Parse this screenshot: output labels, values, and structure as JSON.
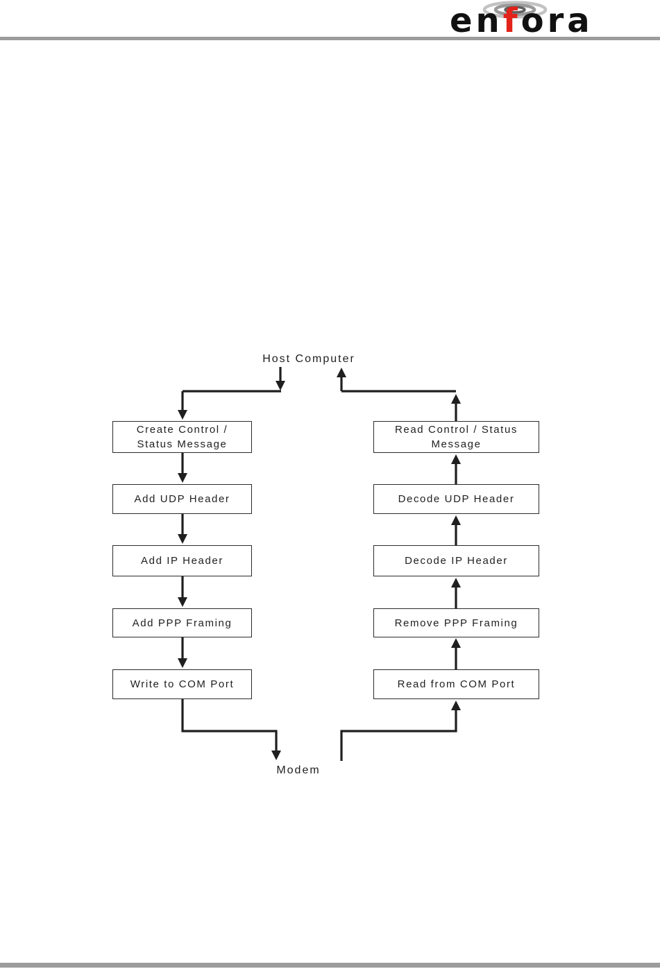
{
  "colors": {
    "brand_red": "#e2231a",
    "rule_gray": "#9c9c9c",
    "line_black": "#1f1f1f"
  },
  "header": {
    "logo_en": "en",
    "logo_f": "f",
    "logo_ora": "ora"
  },
  "diagram": {
    "host_label": "Host Computer",
    "modem_label": "Modem",
    "left_flow": [
      "Create Control /\nStatus Message",
      "Add UDP Header",
      "Add IP Header",
      "Add PPP Framing",
      "Write to COM Port"
    ],
    "right_flow": [
      "Read Control / Status\nMessage",
      "Decode UDP Header",
      "Decode IP Header",
      "Remove PPP Framing",
      "Read from COM Port"
    ]
  }
}
